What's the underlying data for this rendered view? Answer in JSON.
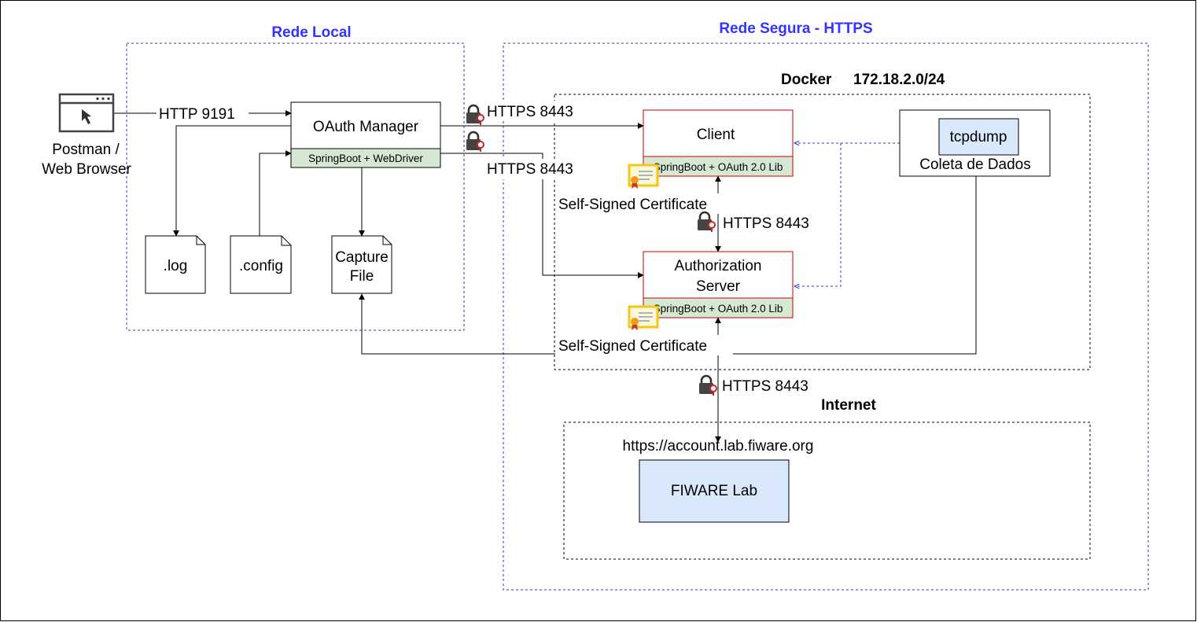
{
  "zones": {
    "local_title": "Rede Local",
    "secure_title": "Rede Segura - HTTPS",
    "docker_name": "Docker",
    "docker_subnet": "172.18.2.0/24",
    "internet_title": "Internet"
  },
  "client_app": {
    "line1": "Postman /",
    "line2": "Web Browser"
  },
  "oauth_manager": {
    "title": "OAuth Manager",
    "stack": "SpringBoot + WebDriver"
  },
  "files": {
    "log": ".log",
    "config": ".config",
    "capture_line1": "Capture",
    "capture_line2": "File"
  },
  "client": {
    "title": "Client",
    "stack": "SpringBoot + OAuth 2.0 Lib"
  },
  "auth_server": {
    "line1": "Authorization",
    "line2": "Server",
    "stack": "SpringBoot + OAuth 2.0 Lib"
  },
  "collector": {
    "tool": "tcpdump",
    "title": "Coleta de Dados"
  },
  "fiware": {
    "url": "https://account.lab.fiware.org",
    "name": "FIWARE Lab"
  },
  "connections": {
    "http_9191": "HTTP 9191",
    "https_client": "HTTPS 8443",
    "https_auth": "HTTPS 8443",
    "https_internal": "HTTPS 8443",
    "https_internet": "HTTPS 8443",
    "cert_client": "Self-Signed Certificate",
    "cert_auth": "Self-Signed Certificate"
  },
  "colors": {
    "zone_border": "#3333cc",
    "zone_title": "#3333ff",
    "server_border": "#cc0000",
    "stack_fill": "#d5e8d4",
    "highlight_fill": "#dae8fc",
    "certificate": "#f5c518"
  }
}
